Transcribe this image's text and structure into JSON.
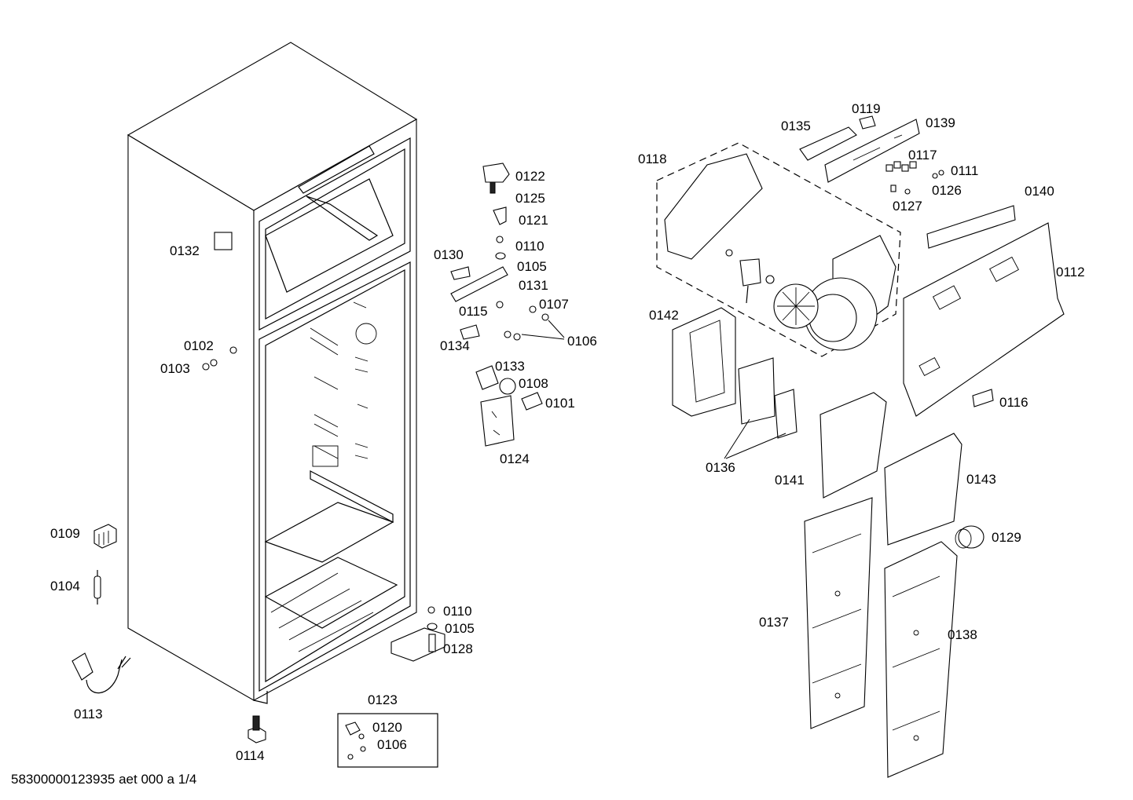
{
  "footer": "58300000123935 aet 000 a 1/4",
  "labels": {
    "l0132": "0132",
    "l0102": "0102",
    "l0103": "0103",
    "l0109": "0109",
    "l0104": "0104",
    "l0113": "0113",
    "l0114": "0114",
    "l0122": "0122",
    "l0125": "0125",
    "l0121": "0121",
    "l0130": "0130",
    "l0110a": "0110",
    "l0105a": "0105",
    "l0131": "0131",
    "l0115": "0115",
    "l0107": "0107",
    "l0134": "0134",
    "l0106a": "0106",
    "l0133": "0133",
    "l0108": "0108",
    "l0101": "0101",
    "l0124": "0124",
    "l0110b": "0110",
    "l0105b": "0105",
    "l0128": "0128",
    "l0123": "0123",
    "l0120": "0120",
    "l0106b": "0106",
    "l0119": "0119",
    "l0135": "0135",
    "l0139": "0139",
    "l0118": "0118",
    "l0117": "0117",
    "l0111": "0111",
    "l0126": "0126",
    "l0127": "0127",
    "l0140": "0140",
    "l0112": "0112",
    "l0142": "0142",
    "l0116": "0116",
    "l0136": "0136",
    "l0141": "0141",
    "l0143": "0143",
    "l0129": "0129",
    "l0137": "0137",
    "l0138": "0138"
  }
}
